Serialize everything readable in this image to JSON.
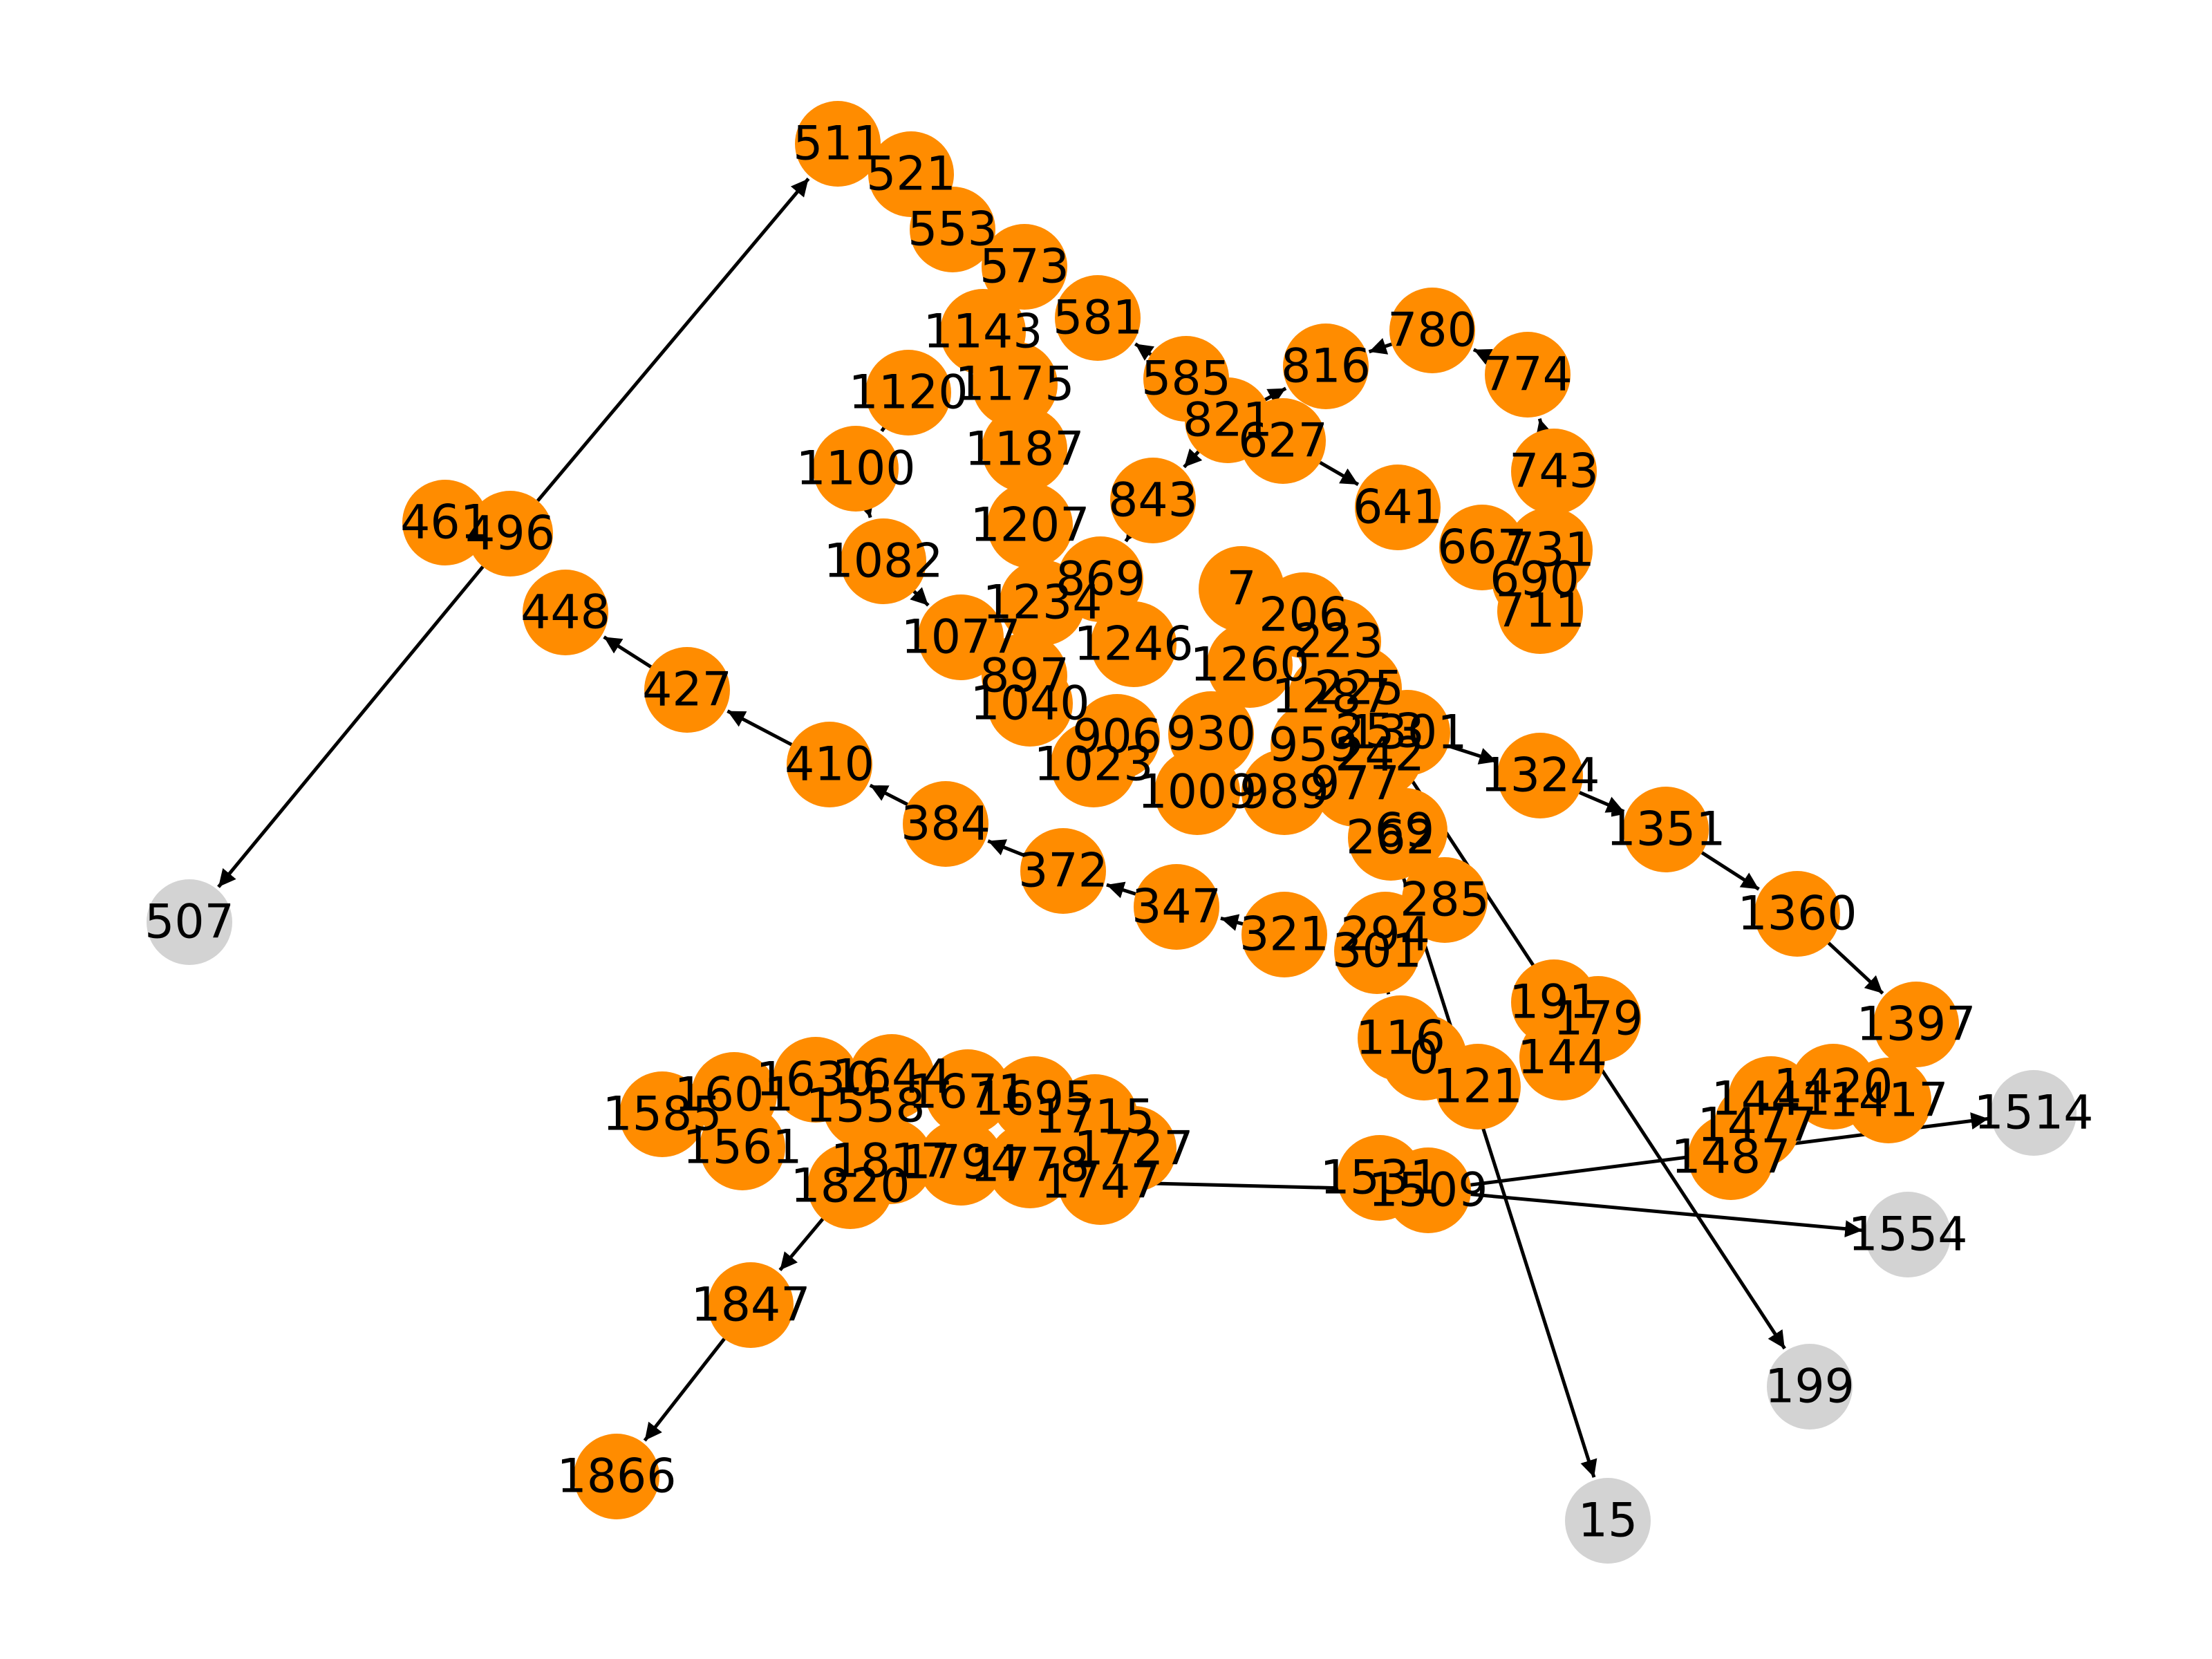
{
  "colors": {
    "active": "#ff8c00",
    "inactive": "#d3d3d3",
    "edge": "#000000",
    "label": "#000000"
  },
  "graph": {
    "nodes": [
      {
        "id": "n511",
        "label": "511",
        "status": "active"
      },
      {
        "id": "n521",
        "label": "521",
        "status": "active"
      },
      {
        "id": "n553",
        "label": "553",
        "status": "active"
      },
      {
        "id": "n573",
        "label": "573",
        "status": "active"
      },
      {
        "id": "n581",
        "label": "581",
        "status": "active"
      },
      {
        "id": "n585",
        "label": "585",
        "status": "active"
      },
      {
        "id": "n821",
        "label": "821",
        "status": "active"
      },
      {
        "id": "n627",
        "label": "627",
        "status": "active"
      },
      {
        "id": "n641",
        "label": "641",
        "status": "active"
      },
      {
        "id": "n667",
        "label": "667",
        "status": "active"
      },
      {
        "id": "n690",
        "label": "690",
        "status": "active"
      },
      {
        "id": "n711",
        "label": "711",
        "status": "active"
      },
      {
        "id": "n731",
        "label": "731",
        "status": "active"
      },
      {
        "id": "n743",
        "label": "743",
        "status": "active"
      },
      {
        "id": "n774",
        "label": "774",
        "status": "active"
      },
      {
        "id": "n780",
        "label": "780",
        "status": "active"
      },
      {
        "id": "n816",
        "label": "816",
        "status": "active"
      },
      {
        "id": "n843",
        "label": "843",
        "status": "active"
      },
      {
        "id": "n869",
        "label": "869",
        "status": "active"
      },
      {
        "id": "n1143",
        "label": "1143",
        "status": "active"
      },
      {
        "id": "n1120",
        "label": "1120",
        "status": "active"
      },
      {
        "id": "n1175",
        "label": "1175",
        "status": "active"
      },
      {
        "id": "n1187",
        "label": "1187",
        "status": "active"
      },
      {
        "id": "n1100",
        "label": "1100",
        "status": "active"
      },
      {
        "id": "n1207",
        "label": "1207",
        "status": "active"
      },
      {
        "id": "n1082",
        "label": "1082",
        "status": "active"
      },
      {
        "id": "n1234",
        "label": "1234",
        "status": "active"
      },
      {
        "id": "n1077",
        "label": "1077",
        "status": "active"
      },
      {
        "id": "n1246",
        "label": "1246",
        "status": "active"
      },
      {
        "id": "n897",
        "label": "897",
        "status": "active"
      },
      {
        "id": "n1040",
        "label": "1040",
        "status": "active"
      },
      {
        "id": "n906",
        "label": "906",
        "status": "active"
      },
      {
        "id": "n1023",
        "label": "1023",
        "status": "active"
      },
      {
        "id": "n930",
        "label": "930",
        "status": "active"
      },
      {
        "id": "n1009",
        "label": "1009",
        "status": "active"
      },
      {
        "id": "n989",
        "label": "989",
        "status": "active"
      },
      {
        "id": "n959",
        "label": "959",
        "status": "active"
      },
      {
        "id": "n977",
        "label": "977",
        "status": "active"
      },
      {
        "id": "n1260",
        "label": "1260",
        "status": "active"
      },
      {
        "id": "n7",
        "label": "7",
        "status": "active"
      },
      {
        "id": "n206",
        "label": "206",
        "status": "active"
      },
      {
        "id": "n223",
        "label": "223",
        "status": "active"
      },
      {
        "id": "n1287",
        "label": "1287",
        "status": "active"
      },
      {
        "id": "n225",
        "label": "225",
        "status": "active"
      },
      {
        "id": "n253",
        "label": "253",
        "status": "active"
      },
      {
        "id": "n242",
        "label": "242",
        "status": "active"
      },
      {
        "id": "n1301",
        "label": "1301",
        "status": "active"
      },
      {
        "id": "n1324",
        "label": "1324",
        "status": "active"
      },
      {
        "id": "n1351",
        "label": "1351",
        "status": "active"
      },
      {
        "id": "n1360",
        "label": "1360",
        "status": "active"
      },
      {
        "id": "n1397",
        "label": "1397",
        "status": "active"
      },
      {
        "id": "n1420",
        "label": "1420",
        "status": "active"
      },
      {
        "id": "n1417",
        "label": "1417",
        "status": "active"
      },
      {
        "id": "n1441",
        "label": "1441",
        "status": "active"
      },
      {
        "id": "n1477",
        "label": "1477",
        "status": "active"
      },
      {
        "id": "n1487",
        "label": "1487",
        "status": "active"
      },
      {
        "id": "n69",
        "label": "69",
        "status": "active"
      },
      {
        "id": "n262",
        "label": "262",
        "status": "active"
      },
      {
        "id": "n285",
        "label": "285",
        "status": "active"
      },
      {
        "id": "n294",
        "label": "294",
        "status": "active"
      },
      {
        "id": "n301",
        "label": "301",
        "status": "active"
      },
      {
        "id": "n321",
        "label": "321",
        "status": "active"
      },
      {
        "id": "n347",
        "label": "347",
        "status": "active"
      },
      {
        "id": "n372",
        "label": "372",
        "status": "active"
      },
      {
        "id": "n384",
        "label": "384",
        "status": "active"
      },
      {
        "id": "n410",
        "label": "410",
        "status": "active"
      },
      {
        "id": "n427",
        "label": "427",
        "status": "active"
      },
      {
        "id": "n448",
        "label": "448",
        "status": "active"
      },
      {
        "id": "n461",
        "label": "461",
        "status": "active"
      },
      {
        "id": "n496",
        "label": "496",
        "status": "active"
      },
      {
        "id": "n507",
        "label": "507",
        "status": "inactive"
      },
      {
        "id": "n116",
        "label": "116",
        "status": "active"
      },
      {
        "id": "n0",
        "label": "0",
        "status": "active"
      },
      {
        "id": "n121",
        "label": "121",
        "status": "active"
      },
      {
        "id": "n191",
        "label": "191",
        "status": "active"
      },
      {
        "id": "n179",
        "label": "179",
        "status": "active"
      },
      {
        "id": "n144",
        "label": "144",
        "status": "active"
      },
      {
        "id": "n199",
        "label": "199",
        "status": "inactive"
      },
      {
        "id": "n15",
        "label": "15",
        "status": "inactive"
      },
      {
        "id": "n1514",
        "label": "1514",
        "status": "inactive"
      },
      {
        "id": "n1554",
        "label": "1554",
        "status": "inactive"
      },
      {
        "id": "n1531",
        "label": "1531",
        "status": "active"
      },
      {
        "id": "n1509",
        "label": "1509",
        "status": "active"
      },
      {
        "id": "n1585",
        "label": "1585",
        "status": "active"
      },
      {
        "id": "n1601",
        "label": "1601",
        "status": "active"
      },
      {
        "id": "n1630",
        "label": "1630",
        "status": "active"
      },
      {
        "id": "n1644",
        "label": "1644",
        "status": "active"
      },
      {
        "id": "n1558",
        "label": "1558",
        "status": "active"
      },
      {
        "id": "n1671",
        "label": "1671",
        "status": "active"
      },
      {
        "id": "n1695",
        "label": "1695",
        "status": "active"
      },
      {
        "id": "n1715",
        "label": "1715",
        "status": "active"
      },
      {
        "id": "n1561",
        "label": "1561",
        "status": "active"
      },
      {
        "id": "n1817",
        "label": "1817",
        "status": "active"
      },
      {
        "id": "n1794",
        "label": "1794",
        "status": "active"
      },
      {
        "id": "n1778",
        "label": "1778",
        "status": "active"
      },
      {
        "id": "n1727",
        "label": "1727",
        "status": "active"
      },
      {
        "id": "n1747",
        "label": "1747",
        "status": "active"
      },
      {
        "id": "n1820",
        "label": "1820",
        "status": "active"
      },
      {
        "id": "n1847",
        "label": "1847",
        "status": "active"
      },
      {
        "id": "n1866",
        "label": "1866",
        "status": "active"
      }
    ],
    "edges": [
      {
        "from": "n496",
        "to": "n511"
      },
      {
        "from": "n496",
        "to": "n507"
      },
      {
        "from": "n427",
        "to": "n448"
      },
      {
        "from": "n410",
        "to": "n427"
      },
      {
        "from": "n384",
        "to": "n410"
      },
      {
        "from": "n372",
        "to": "n384"
      },
      {
        "from": "n347",
        "to": "n372"
      },
      {
        "from": "n321",
        "to": "n347"
      },
      {
        "from": "n585",
        "to": "n581"
      },
      {
        "from": "n821",
        "to": "n816"
      },
      {
        "from": "n780",
        "to": "n816"
      },
      {
        "from": "n774",
        "to": "n780"
      },
      {
        "from": "n743",
        "to": "n774"
      },
      {
        "from": "n627",
        "to": "n641"
      },
      {
        "from": "n821",
        "to": "n843"
      },
      {
        "from": "n843",
        "to": "n869"
      },
      {
        "from": "n1120",
        "to": "n1100"
      },
      {
        "from": "n1100",
        "to": "n1082"
      },
      {
        "from": "n1082",
        "to": "n1077"
      },
      {
        "from": "n1301",
        "to": "n1324"
      },
      {
        "from": "n1324",
        "to": "n1351"
      },
      {
        "from": "n1351",
        "to": "n1360"
      },
      {
        "from": "n1360",
        "to": "n1397"
      },
      {
        "from": "n242",
        "to": "n262"
      },
      {
        "from": "n301",
        "to": "n116"
      },
      {
        "from": "n262",
        "to": "n15"
      },
      {
        "from": "n253",
        "to": "n199"
      },
      {
        "from": "n1509",
        "to": "n1514"
      },
      {
        "from": "n1509",
        "to": "n1554"
      },
      {
        "from": "n1747",
        "to": "n1509"
      },
      {
        "from": "n1820",
        "to": "n1558"
      },
      {
        "from": "n1820",
        "to": "n1847"
      },
      {
        "from": "n1847",
        "to": "n1866"
      }
    ]
  }
}
